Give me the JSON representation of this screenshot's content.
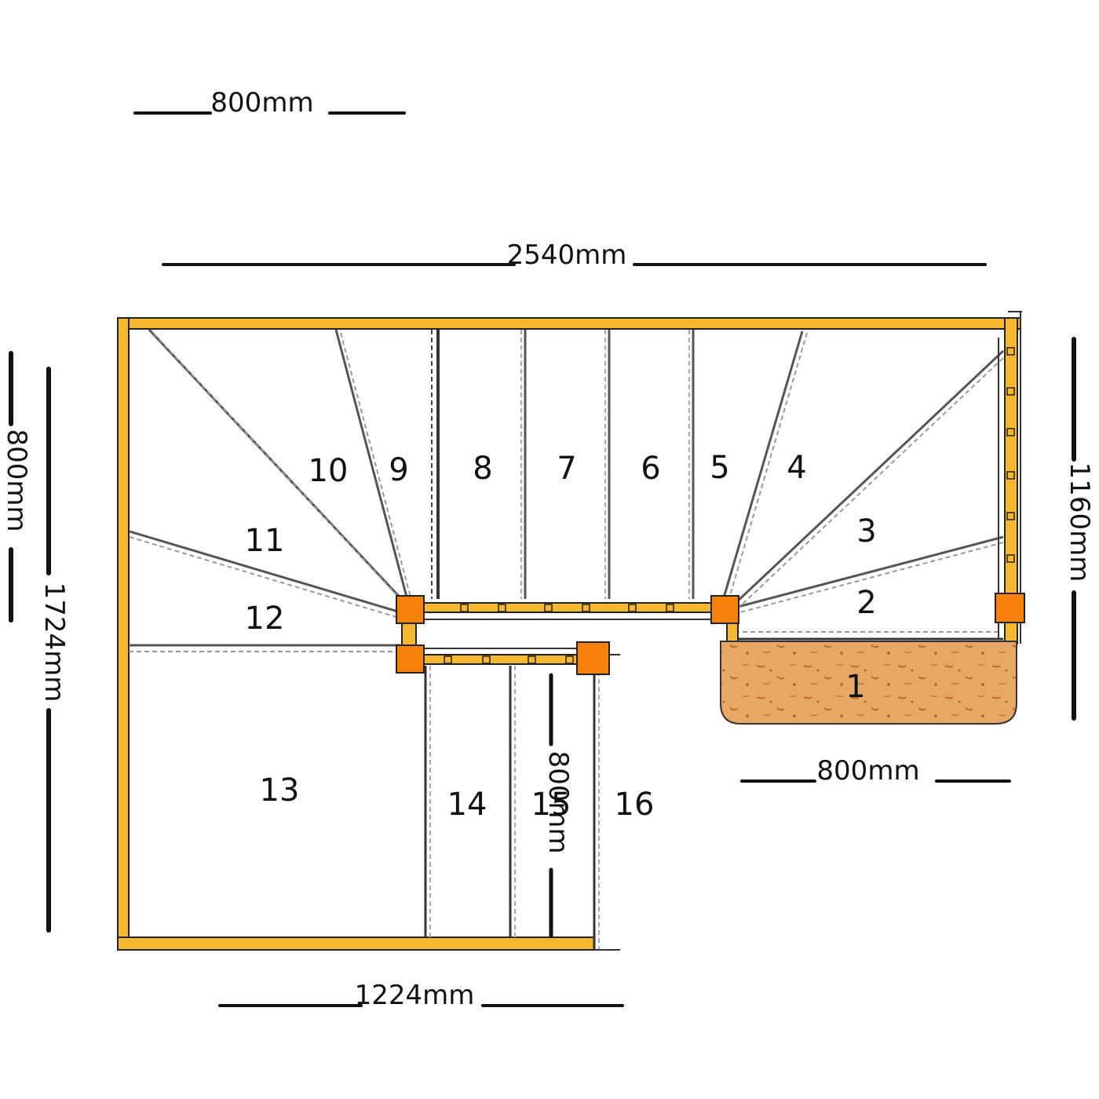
{
  "colors": {
    "frame": "#f5b82e",
    "post": "#f6820d",
    "tread_line": "#555555",
    "dash": "#888888",
    "wood": "#e3a25a",
    "ink": "#111111"
  },
  "dimensions": {
    "top_800": "800mm",
    "total_width": "2540mm",
    "left_800": "800mm",
    "total_depth": "1724mm",
    "right_1160": "1160mm",
    "bottom_right_800": "800mm",
    "inner_800": "800mm",
    "bottom_1224": "1224mm"
  },
  "steps": [
    "1",
    "2",
    "3",
    "4",
    "5",
    "6",
    "7",
    "8",
    "9",
    "10",
    "11",
    "12",
    "13",
    "14",
    "15",
    "16"
  ]
}
